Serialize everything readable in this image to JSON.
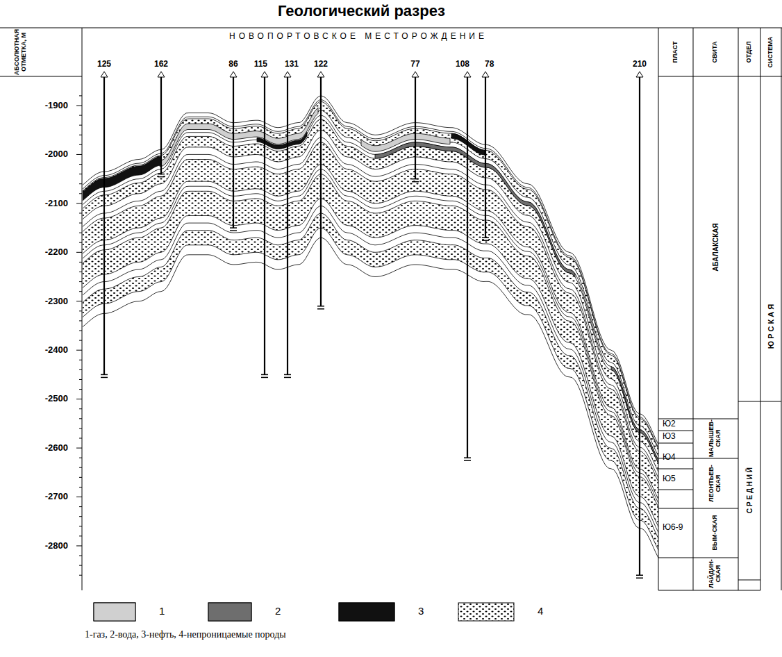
{
  "diagram": {
    "title": "Геологический разрез",
    "caption": "1-газ, 2-вода, 3-нефть, 4-непроницаемые породы",
    "labels": [
      "АБСОЛЮТНАЯ ОТМЕТКА, М",
      "НОВОПОРТОВСКОЕ МЕСТОРОЖДЕНИЕ",
      "125",
      "162",
      "86",
      "115",
      "131",
      "122",
      "77",
      "108",
      "78",
      "210",
      "-1900",
      "-2000",
      "-2100",
      "-2200",
      "-2300",
      "-2400",
      "-2500",
      "-2600",
      "-2700",
      "-2800",
      "ПЛАСТ",
      "СВИТА",
      "ОТДЕЛ",
      "СИСТЕМА",
      "Ю2",
      "Ю3",
      "Ю4",
      "Ю5",
      "Ю6-9",
      "АБАЛАКСКАЯ",
      "МАЛЫШЕВ-СКАЯ",
      "ЛЕОНТЬЕВ-СКАЯ",
      "ВЫМ-СКАЯ",
      "ЛАЙДИН-СКАЯ",
      "С Р Е Д Н И Й",
      "Ю Р С К А Я"
    ],
    "legend": [
      {
        "text": "1",
        "color": "#d0d0d0"
      },
      {
        "text": "2",
        "color": "#6e6e6e"
      },
      {
        "text": "3",
        "color": "#111111"
      },
      {
        "text": "4"
      }
    ]
  }
}
